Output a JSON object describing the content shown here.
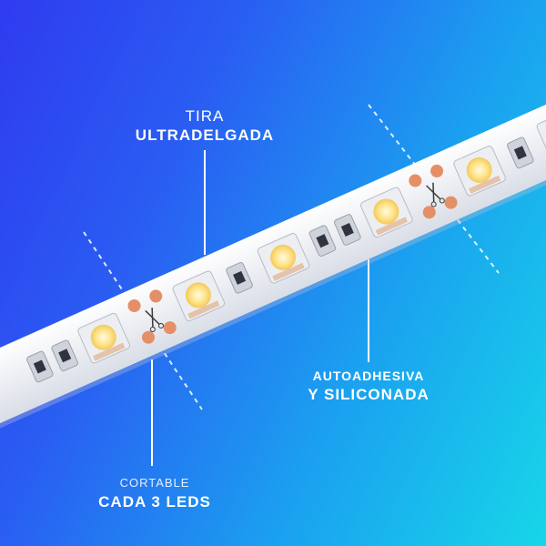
{
  "labels": {
    "thin_strip": {
      "line1": "TIRA",
      "line2": "ULTRADELGADA"
    },
    "adhesive": {
      "line1": "AUTOADHESIVA",
      "line2": "Y SILICONADA"
    },
    "cuttable": {
      "line1": "CORTABLE",
      "line2": "CADA 3 LEDS"
    }
  },
  "colors": {
    "background_left": "#2f3bf0",
    "background_right": "#17d6e8",
    "strip": "#f2f3f6",
    "led": "#ffe28a",
    "copper_pad": "#e58f66"
  },
  "icons": [
    "scissors-icon"
  ]
}
